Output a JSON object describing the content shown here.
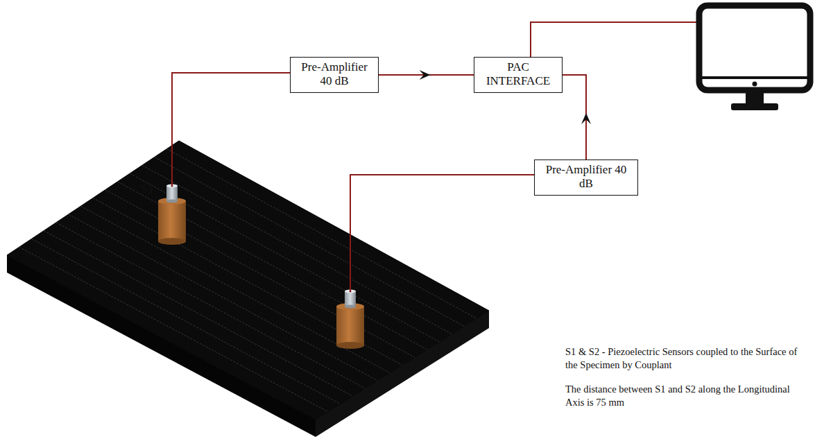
{
  "diagram": {
    "nodes": [
      {
        "text": [
          "Pre-Amplifier 40 dB"
        ]
      },
      {
        "text": [
          "PAC INTERFACE"
        ]
      },
      {
        "text": [
          "Pre-Amplifier 40 dB"
        ]
      }
    ],
    "edges": [
      {
        "from": 0,
        "to": 1,
        "arrow": "to"
      },
      {
        "from": 2,
        "to": 1,
        "arrow": "to"
      }
    ],
    "labels": [
      "S1",
      "S2",
      "S1 & S2 - Piezoelectric Sensors coupled to the Surface of the Specimen by Couplant",
      "The distance between S1 and S2 along the Longitudinal Axis is 75 mm"
    ]
  }
}
